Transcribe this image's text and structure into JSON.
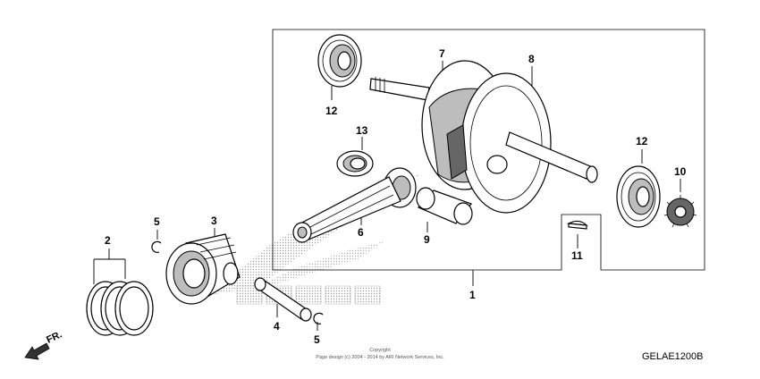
{
  "diagram": {
    "callouts": {
      "c1": "1",
      "c2": "2",
      "c3": "3",
      "c4": "4",
      "c5a": "5",
      "c5b": "5",
      "c6": "6",
      "c7": "7",
      "c8": "8",
      "c9": "9",
      "c10": "10",
      "c11": "11",
      "c12a": "12",
      "c12b": "12",
      "c13": "13"
    },
    "direction_label": "FR.",
    "diagram_code": "GELAE1200B",
    "copyright_line1": "Copyright",
    "copyright_line2": "Page design (c) 2004 - 2014 by ARI Network Services, Inc."
  }
}
